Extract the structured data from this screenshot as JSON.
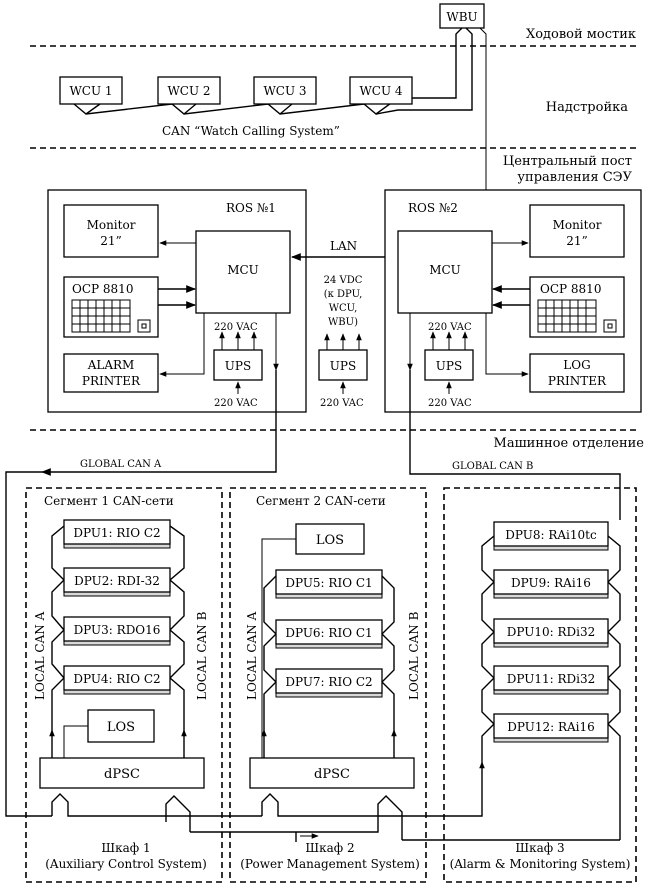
{
  "zones": {
    "bridge": "Ходовой мостик",
    "superstructure": "Надстройка",
    "ecr_line1": "Центральный пост",
    "ecr_line2": "управления СЭУ",
    "engine_room": "Машинное отделение"
  },
  "top": {
    "wbu": "WBU",
    "wcu": [
      "WCU 1",
      "WCU 2",
      "WCU 3",
      "WCU 4"
    ],
    "can_label": "CAN “Watch Calling System”"
  },
  "ros1": {
    "title": "ROS №1",
    "monitor_line1": "Monitor",
    "monitor_line2": "21”",
    "ocp": "OCP 8810",
    "mcu": "MCU",
    "printer_line1": "ALARM",
    "printer_line2": "PRINTER",
    "ups": "UPS",
    "vac_in": "220 VAC",
    "vac_out": "220 VAC"
  },
  "ros2": {
    "title": "ROS №2",
    "monitor_line1": "Monitor",
    "monitor_line2": "21”",
    "ocp": "OCP 8810",
    "mcu": "MCU",
    "printer_line1": "LOG",
    "printer_line2": "PRINTER",
    "ups": "UPS",
    "vac_in": "220 VAC",
    "vac_out": "220 VAC"
  },
  "center": {
    "lan": "LAN",
    "vdc_line1": "24 VDC",
    "vdc_line2": "(к DPU,",
    "vdc_line3": "WCU,",
    "vdc_line4": "WBU)",
    "ups": "UPS",
    "vac": "220 VAC"
  },
  "global_can": {
    "a": "GLOBAL CAN A",
    "b": "GLOBAL CAN B"
  },
  "cabinet1": {
    "segment": "Сегмент 1 CAN-сети",
    "dpus": [
      "DPU1: RIO C2",
      "DPU2: RDI-32",
      "DPU3: RDO16",
      "DPU4: RIO C2"
    ],
    "los": "LOS",
    "dpsc": "dPSC",
    "can_a": "LOCAL CAN A",
    "can_b": "LOCAL CAN B",
    "name_line1": "Шкаф 1",
    "name_line2": "(Auxiliary Control System)"
  },
  "cabinet2": {
    "segment": "Сегмент 2  CAN-сети",
    "los": "LOS",
    "dpus": [
      "DPU5: RIO C1",
      "DPU6: RIO C1",
      "DPU7: RIO C2"
    ],
    "dpsc": "dPSC",
    "can_a": "LOCAL CAN A",
    "can_b": "LOCAL CAN B",
    "name_line1": "Шкаф 2",
    "name_line2": "(Power Management System)"
  },
  "cabinet3": {
    "dpus": [
      "DPU8: RAi10tc",
      "DPU9: RAi16",
      "DPU10: RDi32",
      "DPU11: RDi32",
      "DPU12: RAi16"
    ],
    "name_line1": "Шкаф 3",
    "name_line2": "(Alarm & Monitoring System)"
  }
}
